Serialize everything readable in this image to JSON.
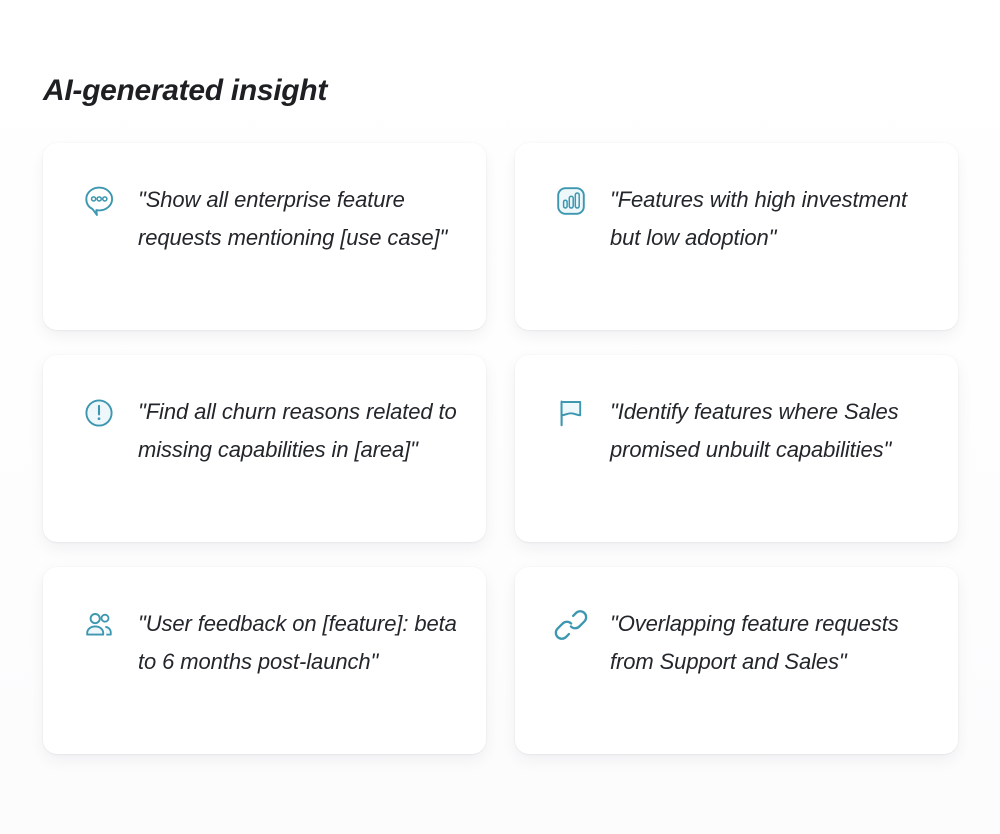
{
  "page": {
    "title": "AI-generated insight",
    "background_color": "#fdfdfd",
    "card_background_color": "#ffffff",
    "accent_color": "#3d97b0",
    "text_color": "#23262b"
  },
  "cards": [
    {
      "icon": "speech-bubble-ellipsis-icon",
      "text": "\"Show all enterprise feature requests mentioning [use case]\""
    },
    {
      "icon": "bar-chart-square-icon",
      "text": "\"Features with high investment but low adoption\""
    },
    {
      "icon": "alert-circle-icon",
      "text": "\"Find all churn reasons related to missing capabilities in [area]\""
    },
    {
      "icon": "flag-icon",
      "text": "\"Identify features where Sales promised unbuilt capabilities\""
    },
    {
      "icon": "users-icon",
      "text": "\"User feedback on [feature]: beta to 6 months post-launch\""
    },
    {
      "icon": "link-chain-icon",
      "text": "\"Overlapping feature requests from Support and Sales\""
    }
  ]
}
